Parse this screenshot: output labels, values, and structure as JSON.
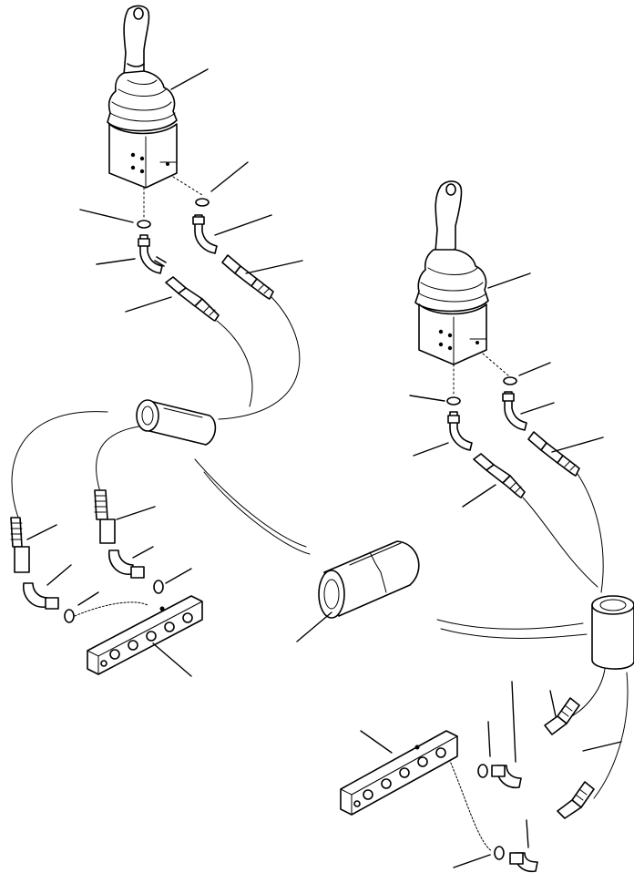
{
  "diagram": {
    "type": "exploded-parts-illustration",
    "colors": {
      "line": "#000000",
      "background": "#ffffff"
    },
    "assemblies": [
      {
        "id": "left-control-lever-assembly"
      },
      {
        "id": "right-control-lever-assembly"
      }
    ]
  }
}
